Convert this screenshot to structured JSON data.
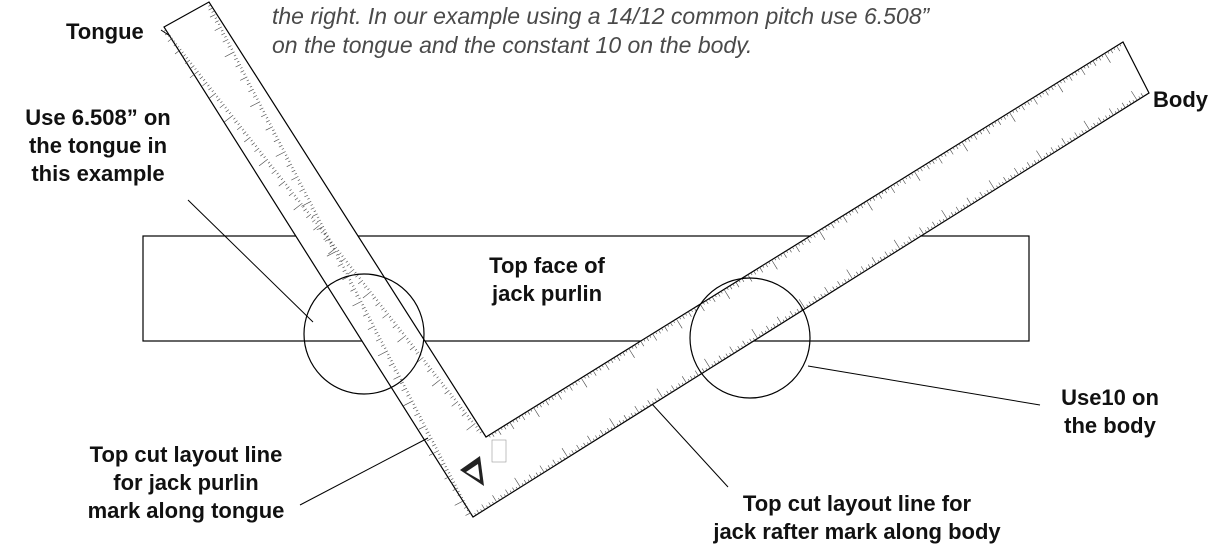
{
  "intro": {
    "line1": "the right. In our example using a 14/12 common pitch use 6.508”",
    "line2": "on the tongue and the constant 10 on the body."
  },
  "labels": {
    "tongue": "Tongue",
    "body": "Body",
    "use_tongue": [
      "Use 6.508” on",
      "the tongue in",
      "this example"
    ],
    "top_face": [
      "Top face of",
      "jack purlin"
    ],
    "use_body": [
      "Use10 on",
      "the body"
    ],
    "purlin_line": [
      "Top cut layout line",
      "for jack purlin",
      "mark along tongue"
    ],
    "rafter_line": [
      "Top cut layout line for",
      "jack rafter mark along body"
    ]
  }
}
